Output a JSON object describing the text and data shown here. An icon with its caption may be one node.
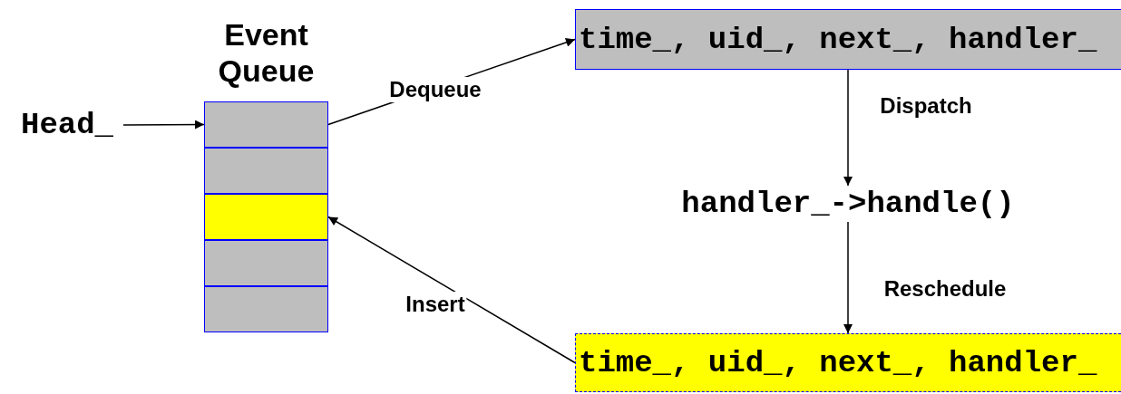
{
  "diagram": {
    "nodes": [
      {
        "text": [
          "Event Queue"
        ]
      },
      {
        "text": [],
        "shape": "box",
        "in": 0
      },
      {
        "text": [],
        "shape": "box",
        "in": 0
      },
      {
        "text": [],
        "shape": "box",
        "in": 0
      },
      {
        "text": [],
        "shape": "box",
        "in": 0
      },
      {
        "text": [],
        "shape": "box",
        "in": 0
      },
      {
        "text": [
          "Head_"
        ]
      },
      {
        "text": [
          "time_, uid_, next_, handler_"
        ]
      },
      {
        "text": [
          "handler_->handle()"
        ]
      },
      {
        "text": [
          "time_, uid_, next_, handler_"
        ]
      }
    ],
    "edges": [
      {
        "from": 6,
        "to": 1,
        "arrow": "to"
      },
      {
        "from": 1,
        "to": 7,
        "arrow": "to",
        "label": "Dequeue"
      },
      {
        "from": 7,
        "to": 8,
        "arrow": "to",
        "label": "Dispatch"
      },
      {
        "from": 8,
        "to": 9,
        "arrow": "to",
        "label": "Reschedule"
      },
      {
        "from": 9,
        "to": 3,
        "arrow": "to",
        "label": "Insert"
      }
    ]
  }
}
